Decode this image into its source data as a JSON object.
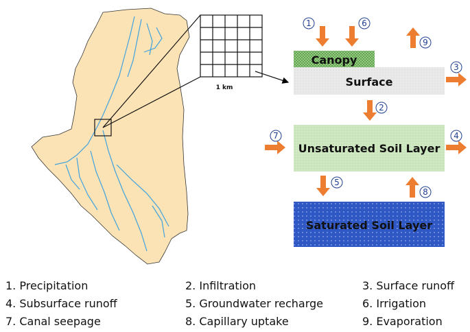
{
  "scale_label": "1 km",
  "layers": {
    "canopy": "Canopy",
    "surface": "Surface",
    "unsaturated": "Unsaturated Soil Layer",
    "saturated": "Saturated Soil Layer"
  },
  "markers": {
    "m1": "1",
    "m2": "2",
    "m3": "3",
    "m4": "4",
    "m5": "5",
    "m6": "6",
    "m7": "7",
    "m8": "8",
    "m9": "9"
  },
  "legend": [
    "1. Precipitation",
    "2. Infiltration",
    "3. Surface runoff",
    "4. Subsurface runoff",
    "5. Groundwater recharge",
    "6. Irrigation",
    "7. Canal seepage",
    "8. Capillary uptake",
    "9. Evaporation"
  ],
  "colors": {
    "map_fill": "#fbe3b5",
    "river": "#3fa2e0",
    "arrow": "#ed7d31",
    "canopy": "#8bc47a",
    "surface": "#e6e6e6",
    "unsaturated": "#cfe8c2",
    "saturated": "#2f58c4",
    "marker": "#1f3f8f"
  }
}
